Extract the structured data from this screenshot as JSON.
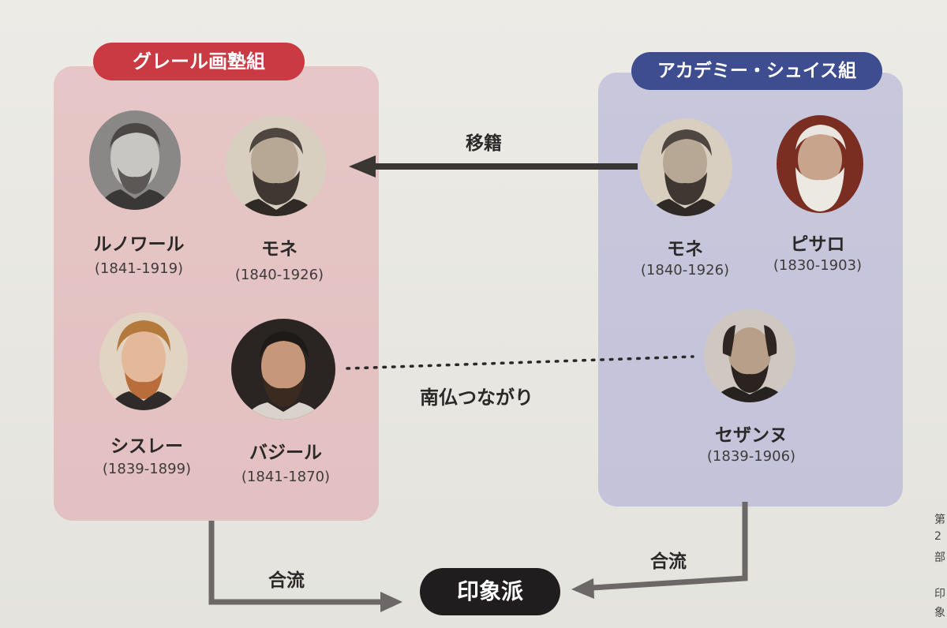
{
  "groups": {
    "left": {
      "title": "グレール画塾組",
      "members": [
        {
          "name": "ルノワール",
          "years": "(1841-1919)",
          "icon": "portrait-renoir"
        },
        {
          "name": "モネ",
          "years": "(1840-1926)",
          "icon": "portrait-monet"
        },
        {
          "name": "シスレー",
          "years": "(1839-1899)",
          "icon": "portrait-sisley"
        },
        {
          "name": "バジール",
          "years": "(1841-1870)",
          "icon": "portrait-bazille"
        }
      ]
    },
    "right": {
      "title": "アカデミー・シュイス組",
      "members": [
        {
          "name": "モネ",
          "years": "(1840-1926)",
          "icon": "portrait-monet"
        },
        {
          "name": "ピサロ",
          "years": "(1830-1903)",
          "icon": "portrait-pissarro"
        },
        {
          "name": "セザンヌ",
          "years": "(1839-1906)",
          "icon": "portrait-cezanne"
        }
      ]
    }
  },
  "links": {
    "transfer": "移籍",
    "south_france": "南仏つながり",
    "merge_left": "合流",
    "merge_right": "合流"
  },
  "result": "印象派",
  "side_note": [
    "第",
    "2",
    "部",
    "印",
    "象"
  ],
  "colors": {
    "left_pill": "#c93a43",
    "right_pill": "#3e4c90",
    "left_box": "#e6c6c6",
    "right_box": "#c9c7dc",
    "result_pill": "#1f1d1d",
    "arrow": "#3a3634",
    "merge_arrow": "#6b6867"
  }
}
